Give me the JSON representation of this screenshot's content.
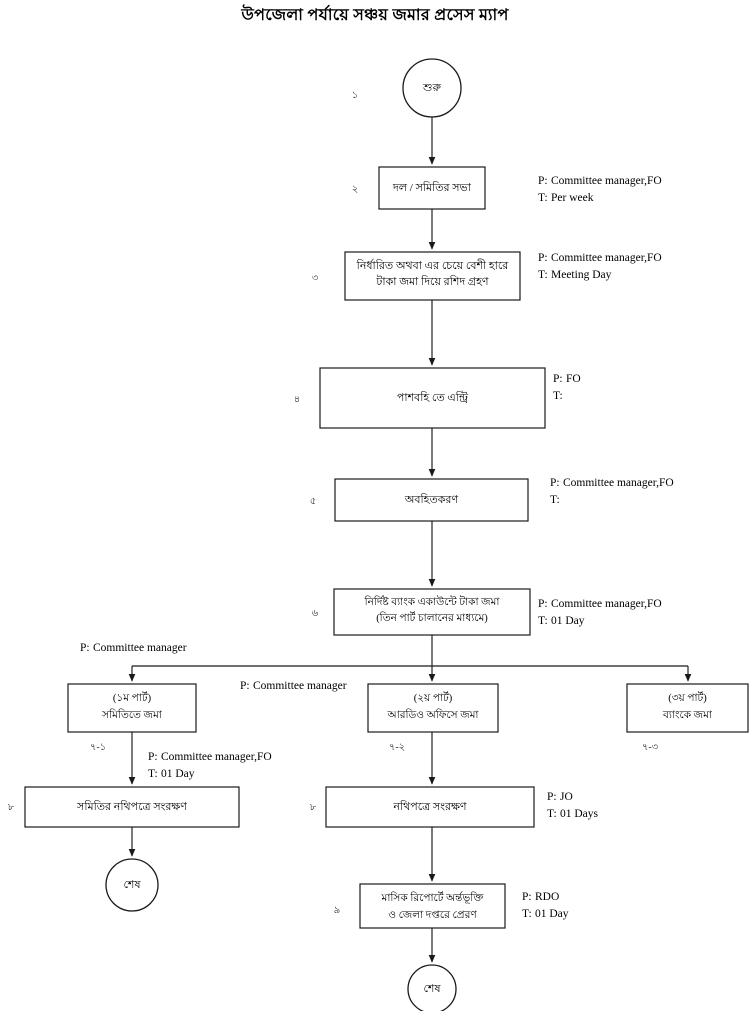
{
  "page": {
    "title": "উপজেলা পর্যায়ে সঞ্চয় জমার প্রসেস ম্যাপ"
  },
  "nodes": {
    "start": {
      "shape": "circle",
      "label": "শুরু",
      "step": "১"
    },
    "step2": {
      "shape": "process",
      "line1": "দল / সমিতির সভা",
      "line2": "",
      "step": "২"
    },
    "step3": {
      "shape": "process",
      "line1": "নির্ধারিত অথবা এর চেয়ে বেশী হারে",
      "line2": "টাকা জমা দিয়ে রশিদ গ্রহণ",
      "step": "৩"
    },
    "step4": {
      "shape": "process",
      "line1": "পাশবহি তে এন্ট্রি",
      "line2": "",
      "step": "৪"
    },
    "step5": {
      "shape": "process",
      "line1": "অবহিতকরণ",
      "line2": "",
      "step": "৫"
    },
    "step6": {
      "shape": "process",
      "line1": "নির্দিষ্ট ব্যাংক একাউন্টে টাকা জমা",
      "line2": "(তিন পার্ট চালানের মাধ্যমে)",
      "step": "৬"
    },
    "step7a": {
      "shape": "process",
      "line1": "(১ম পার্ট)",
      "line2": "সমিতিতে জমা",
      "step": "৭-১"
    },
    "step7b": {
      "shape": "process",
      "line1": "(২য় পার্ট)",
      "line2": "আরডিও অফিসে জমা",
      "step": "৭-২"
    },
    "step7c": {
      "shape": "process",
      "line1": "(৩য় পার্ট)",
      "line2": "ব্যাংকে জমা",
      "step": "৭-৩"
    },
    "step8a": {
      "shape": "process",
      "line1": "সমিতির নথিপত্রে সংরক্ষণ",
      "line2": "",
      "step": "৮"
    },
    "step8b": {
      "shape": "process",
      "line1": "নথিপত্রে সংরক্ষণ",
      "line2": "",
      "step": "৮"
    },
    "step9": {
      "shape": "process",
      "line1": "মাসিক রিপোর্টে অর্ন্তভূক্তি",
      "line2": "ও জেলা দপ্তরে প্রেরণ",
      "step": "৯"
    },
    "end_left": {
      "shape": "circle",
      "label": "শেষ"
    },
    "end_right": {
      "shape": "circle",
      "label": "শেষ"
    }
  },
  "annotations": {
    "a2": {
      "p_label": "P:",
      "p_value": "Committee manager,FO",
      "t_label": "T:",
      "t_value": "Per week"
    },
    "a3": {
      "p_label": "P:",
      "p_value": "Committee manager,FO",
      "t_label": "T:",
      "t_value": "Meeting Day"
    },
    "a4": {
      "p_label": "P:",
      "p_value": "FO",
      "t_label": "T:",
      "t_value": ""
    },
    "a5": {
      "p_label": "P:",
      "p_value": "Committee manager,FO",
      "t_label": "T:",
      "t_value": ""
    },
    "a6": {
      "p_label": "P:",
      "p_value": "Committee manager,FO",
      "t_label": "T:",
      "t_value": "01 Day"
    },
    "a7a": {
      "p_label": "P:",
      "p_value": "Committee manager"
    },
    "a7b": {
      "p_label": "P:",
      "p_value": "Committee manager"
    },
    "a8a": {
      "p_label": "P:",
      "p_value": "Committee manager,FO",
      "t_label": "T:",
      "t_value": "01 Day"
    },
    "a8b": {
      "p_label": "P:",
      "p_value": "JO",
      "t_label": "T:",
      "t_value": "01 Days"
    },
    "a9": {
      "p_label": "P:",
      "p_value": "RDO",
      "t_label": "T:",
      "t_value": "01 Day"
    }
  },
  "colors": {
    "stroke": "#1a1a1a",
    "fill": "#ffffff",
    "text": "#000000"
  }
}
